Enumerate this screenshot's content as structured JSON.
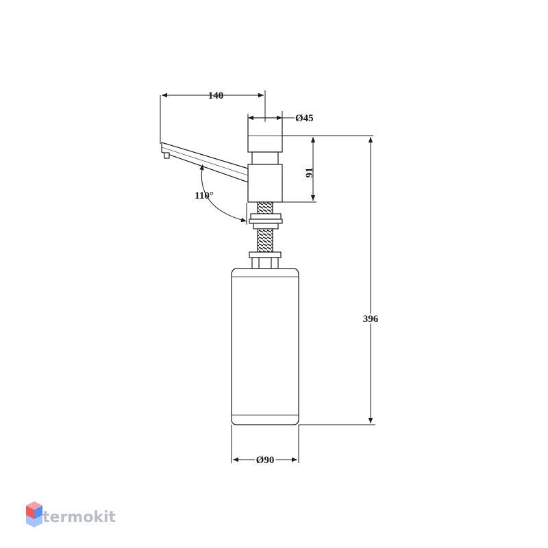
{
  "drawing": {
    "dimensions": {
      "spout_length": "140",
      "head_diameter": "Ø45",
      "head_height": "91",
      "spout_angle": "110°",
      "total_height": "396",
      "bottle_diameter": "Ø90"
    },
    "line_color": "#1a1a1a"
  },
  "brand": {
    "name": "termokit",
    "logo_colors": [
      "#f05a5a",
      "#5a8ef0"
    ],
    "text_color": "#b9bec6"
  }
}
